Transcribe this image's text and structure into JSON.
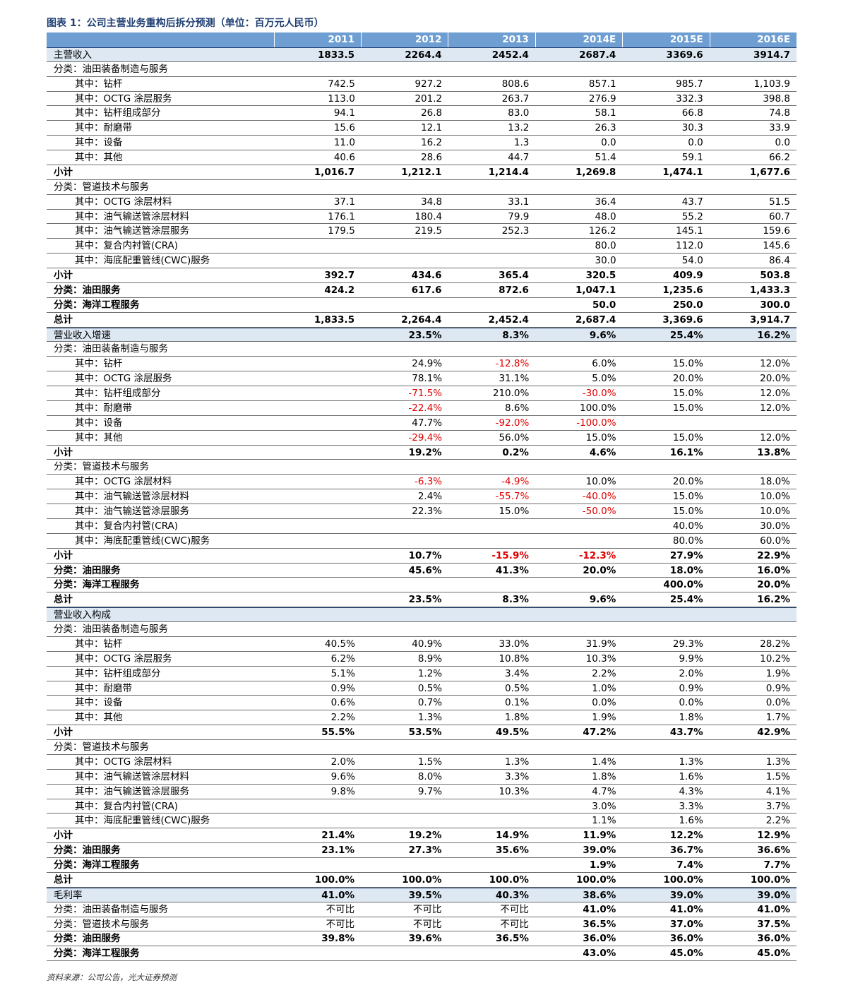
{
  "title": "图表 1：公司主营业务重构后拆分预测（单位：百万元人民币）",
  "source": "资料来源：公司公告，光大证券预测",
  "columns": [
    "2011",
    "2012",
    "2013",
    "2014E",
    "2015E",
    "2016E"
  ],
  "rows": [
    {
      "type": "section",
      "label": "主营收入",
      "values": [
        "1833.5",
        "2264.4",
        "2452.4",
        "2687.4",
        "3369.6",
        "3914.7"
      ]
    },
    {
      "type": "cat",
      "label": "分类：油田装备制造与服务",
      "values": [
        "",
        "",
        "",
        "",
        "",
        ""
      ]
    },
    {
      "type": "item",
      "label": "其中：钻杆",
      "values": [
        "742.5",
        "927.2",
        "808.6",
        "857.1",
        "985.7",
        "1,103.9"
      ]
    },
    {
      "type": "item",
      "label": "其中：OCTG 涂层服务",
      "values": [
        "113.0",
        "201.2",
        "263.7",
        "276.9",
        "332.3",
        "398.8"
      ]
    },
    {
      "type": "item",
      "label": "其中：钻杆组成部分",
      "values": [
        "94.1",
        "26.8",
        "83.0",
        "58.1",
        "66.8",
        "74.8"
      ]
    },
    {
      "type": "item",
      "label": "其中：耐磨带",
      "values": [
        "15.6",
        "12.1",
        "13.2",
        "26.3",
        "30.3",
        "33.9"
      ]
    },
    {
      "type": "item",
      "label": "其中：设备",
      "values": [
        "11.0",
        "16.2",
        "1.3",
        "0.0",
        "0.0",
        "0.0"
      ]
    },
    {
      "type": "item",
      "label": "其中：其他",
      "values": [
        "40.6",
        "28.6",
        "44.7",
        "51.4",
        "59.1",
        "66.2"
      ]
    },
    {
      "type": "bold",
      "label": "小计",
      "values": [
        "1,016.7",
        "1,212.1",
        "1,214.4",
        "1,269.8",
        "1,474.1",
        "1,677.6"
      ]
    },
    {
      "type": "cat",
      "label": "分类：管道技术与服务",
      "values": [
        "",
        "",
        "",
        "",
        "",
        ""
      ]
    },
    {
      "type": "item",
      "label": "其中：OCTG 涂层材料",
      "values": [
        "37.1",
        "34.8",
        "33.1",
        "36.4",
        "43.7",
        "51.5"
      ]
    },
    {
      "type": "item",
      "label": "其中：油气输送管涂层材料",
      "values": [
        "176.1",
        "180.4",
        "79.9",
        "48.0",
        "55.2",
        "60.7"
      ]
    },
    {
      "type": "item",
      "label": "其中：油气输送管涂层服务",
      "values": [
        "179.5",
        "219.5",
        "252.3",
        "126.2",
        "145.1",
        "159.6"
      ]
    },
    {
      "type": "item",
      "label": "其中：复合内衬管(CRA)",
      "values": [
        "",
        "",
        "",
        "80.0",
        "112.0",
        "145.6"
      ]
    },
    {
      "type": "item",
      "label": "其中：海底配重管线(CWC)服务",
      "values": [
        "",
        "",
        "",
        "30.0",
        "54.0",
        "86.4"
      ]
    },
    {
      "type": "bold",
      "label": "小计",
      "values": [
        "392.7",
        "434.6",
        "365.4",
        "320.5",
        "409.9",
        "503.8"
      ]
    },
    {
      "type": "bold",
      "label": "分类：油田服务",
      "values": [
        "424.2",
        "617.6",
        "872.6",
        "1,047.1",
        "1,235.6",
        "1,433.3"
      ]
    },
    {
      "type": "bold",
      "label": "分类：海洋工程服务",
      "values": [
        "",
        "",
        "",
        "50.0",
        "250.0",
        "300.0"
      ]
    },
    {
      "type": "bold",
      "label": "总计",
      "values": [
        "1,833.5",
        "2,264.4",
        "2,452.4",
        "2,687.4",
        "3,369.6",
        "3,914.7"
      ]
    },
    {
      "type": "section",
      "label": "营业收入增速",
      "values": [
        "",
        "23.5%",
        "8.3%",
        "9.6%",
        "25.4%",
        "16.2%"
      ]
    },
    {
      "type": "cat",
      "label": "分类：油田装备制造与服务",
      "values": [
        "",
        "",
        "",
        "",
        "",
        ""
      ]
    },
    {
      "type": "item",
      "label": "其中：钻杆",
      "values": [
        "",
        "24.9%",
        "-12.8%",
        "6.0%",
        "15.0%",
        "12.0%"
      ]
    },
    {
      "type": "item",
      "label": "其中：OCTG 涂层服务",
      "values": [
        "",
        "78.1%",
        "31.1%",
        "5.0%",
        "20.0%",
        "20.0%"
      ]
    },
    {
      "type": "item",
      "label": "其中：钻杆组成部分",
      "values": [
        "",
        "-71.5%",
        "210.0%",
        "-30.0%",
        "15.0%",
        "12.0%"
      ]
    },
    {
      "type": "item",
      "label": "其中：耐磨带",
      "values": [
        "",
        "-22.4%",
        "8.6%",
        "100.0%",
        "15.0%",
        "12.0%"
      ]
    },
    {
      "type": "item",
      "label": "其中：设备",
      "values": [
        "",
        "47.7%",
        "-92.0%",
        "-100.0%",
        "",
        ""
      ]
    },
    {
      "type": "item",
      "label": "其中：其他",
      "values": [
        "",
        "-29.4%",
        "56.0%",
        "15.0%",
        "15.0%",
        "12.0%"
      ]
    },
    {
      "type": "bold",
      "label": "小计",
      "values": [
        "",
        "19.2%",
        "0.2%",
        "4.6%",
        "16.1%",
        "13.8%"
      ]
    },
    {
      "type": "cat",
      "label": "分类：管道技术与服务",
      "values": [
        "",
        "",
        "",
        "",
        "",
        ""
      ]
    },
    {
      "type": "item",
      "label": "其中：OCTG 涂层材料",
      "values": [
        "",
        "-6.3%",
        "-4.9%",
        "10.0%",
        "20.0%",
        "18.0%"
      ]
    },
    {
      "type": "item",
      "label": "其中：油气输送管涂层材料",
      "values": [
        "",
        "2.4%",
        "-55.7%",
        "-40.0%",
        "15.0%",
        "10.0%"
      ]
    },
    {
      "type": "item",
      "label": "其中：油气输送管涂层服务",
      "values": [
        "",
        "22.3%",
        "15.0%",
        "-50.0%",
        "15.0%",
        "10.0%"
      ]
    },
    {
      "type": "item",
      "label": "其中：复合内衬管(CRA)",
      "values": [
        "",
        "",
        "",
        "",
        "40.0%",
        "30.0%"
      ]
    },
    {
      "type": "item",
      "label": "其中：海底配重管线(CWC)服务",
      "values": [
        "",
        "",
        "",
        "",
        "80.0%",
        "60.0%"
      ]
    },
    {
      "type": "bold",
      "label": "小计",
      "values": [
        "",
        "10.7%",
        "-15.9%",
        "-12.3%",
        "27.9%",
        "22.9%"
      ]
    },
    {
      "type": "bold",
      "label": "分类：油田服务",
      "values": [
        "",
        "45.6%",
        "41.3%",
        "20.0%",
        "18.0%",
        "16.0%"
      ]
    },
    {
      "type": "bold",
      "label": "分类：海洋工程服务",
      "values": [
        "",
        "",
        "",
        "",
        "400.0%",
        "20.0%"
      ]
    },
    {
      "type": "bold",
      "label": "总计",
      "values": [
        "",
        "23.5%",
        "8.3%",
        "9.6%",
        "25.4%",
        "16.2%"
      ]
    },
    {
      "type": "section",
      "label": "营业收入构成",
      "values": [
        "",
        "",
        "",
        "",
        "",
        ""
      ]
    },
    {
      "type": "cat",
      "label": "分类：油田装备制造与服务",
      "values": [
        "",
        "",
        "",
        "",
        "",
        ""
      ]
    },
    {
      "type": "item",
      "label": "其中：钻杆",
      "values": [
        "40.5%",
        "40.9%",
        "33.0%",
        "31.9%",
        "29.3%",
        "28.2%"
      ]
    },
    {
      "type": "item",
      "label": "其中：OCTG 涂层服务",
      "values": [
        "6.2%",
        "8.9%",
        "10.8%",
        "10.3%",
        "9.9%",
        "10.2%"
      ]
    },
    {
      "type": "item",
      "label": "其中：钻杆组成部分",
      "values": [
        "5.1%",
        "1.2%",
        "3.4%",
        "2.2%",
        "2.0%",
        "1.9%"
      ]
    },
    {
      "type": "item",
      "label": "其中：耐磨带",
      "values": [
        "0.9%",
        "0.5%",
        "0.5%",
        "1.0%",
        "0.9%",
        "0.9%"
      ]
    },
    {
      "type": "item",
      "label": "其中：设备",
      "values": [
        "0.6%",
        "0.7%",
        "0.1%",
        "0.0%",
        "0.0%",
        "0.0%"
      ]
    },
    {
      "type": "item",
      "label": "其中：其他",
      "values": [
        "2.2%",
        "1.3%",
        "1.8%",
        "1.9%",
        "1.8%",
        "1.7%"
      ]
    },
    {
      "type": "bold",
      "label": "小计",
      "values": [
        "55.5%",
        "53.5%",
        "49.5%",
        "47.2%",
        "43.7%",
        "42.9%"
      ]
    },
    {
      "type": "cat",
      "label": "分类：管道技术与服务",
      "values": [
        "",
        "",
        "",
        "",
        "",
        ""
      ]
    },
    {
      "type": "item",
      "label": "其中：OCTG 涂层材料",
      "values": [
        "2.0%",
        "1.5%",
        "1.3%",
        "1.4%",
        "1.3%",
        "1.3%"
      ]
    },
    {
      "type": "item",
      "label": "其中：油气输送管涂层材料",
      "values": [
        "9.6%",
        "8.0%",
        "3.3%",
        "1.8%",
        "1.6%",
        "1.5%"
      ]
    },
    {
      "type": "item",
      "label": "其中：油气输送管涂层服务",
      "values": [
        "9.8%",
        "9.7%",
        "10.3%",
        "4.7%",
        "4.3%",
        "4.1%"
      ]
    },
    {
      "type": "item",
      "label": "其中：复合内衬管(CRA)",
      "values": [
        "",
        "",
        "",
        "3.0%",
        "3.3%",
        "3.7%"
      ]
    },
    {
      "type": "item",
      "label": "其中：海底配重管线(CWC)服务",
      "values": [
        "",
        "",
        "",
        "1.1%",
        "1.6%",
        "2.2%"
      ]
    },
    {
      "type": "bold",
      "label": "小计",
      "values": [
        "21.4%",
        "19.2%",
        "14.9%",
        "11.9%",
        "12.2%",
        "12.9%"
      ]
    },
    {
      "type": "bold",
      "label": "分类：油田服务",
      "values": [
        "23.1%",
        "27.3%",
        "35.6%",
        "39.0%",
        "36.7%",
        "36.6%"
      ]
    },
    {
      "type": "bold",
      "label": "分类：海洋工程服务",
      "values": [
        "",
        "",
        "",
        "1.9%",
        "7.4%",
        "7.7%"
      ]
    },
    {
      "type": "bold",
      "label": "总计",
      "values": [
        "100.0%",
        "100.0%",
        "100.0%",
        "100.0%",
        "100.0%",
        "100.0%"
      ]
    },
    {
      "type": "section",
      "label": "毛利率",
      "values": [
        "41.0%",
        "39.5%",
        "40.3%",
        "38.6%",
        "39.0%",
        "39.0%"
      ]
    },
    {
      "type": "mixed",
      "label": "分类：油田装备制造与服务",
      "values": [
        "不可比",
        "不可比",
        "不可比",
        "41.0%",
        "41.0%",
        "41.0%"
      ]
    },
    {
      "type": "mixed",
      "label": "分类：管道技术与服务",
      "values": [
        "不可比",
        "不可比",
        "不可比",
        "36.5%",
        "37.0%",
        "37.5%"
      ]
    },
    {
      "type": "bold",
      "label": "分类：油田服务",
      "values": [
        "39.8%",
        "39.6%",
        "36.5%",
        "36.0%",
        "36.0%",
        "36.0%"
      ]
    },
    {
      "type": "bold",
      "label": "分类：海洋工程服务",
      "values": [
        "",
        "",
        "",
        "43.0%",
        "45.0%",
        "45.0%"
      ]
    }
  ]
}
